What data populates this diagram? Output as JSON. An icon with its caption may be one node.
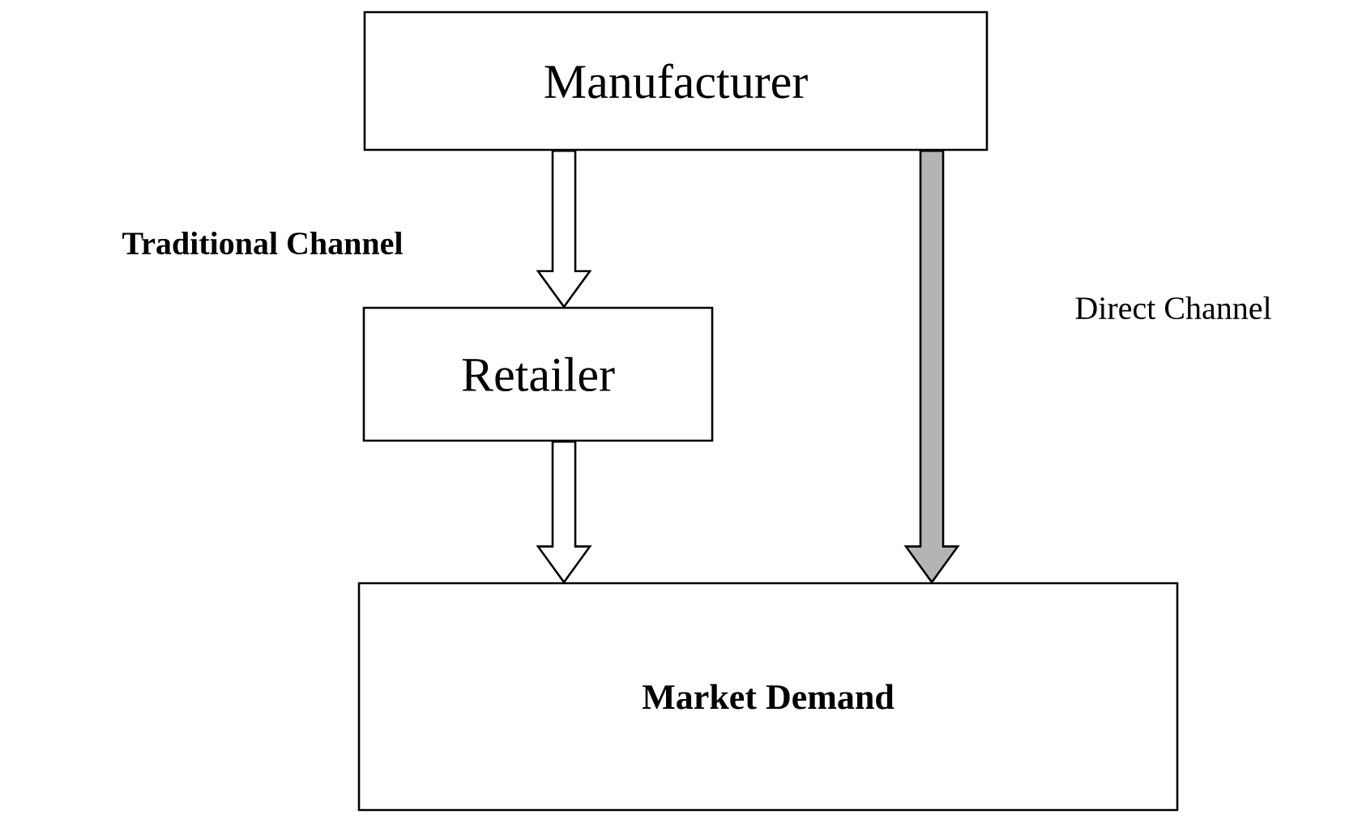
{
  "diagram": {
    "nodes": [
      {
        "text": [
          "Manufacturer"
        ]
      },
      {
        "text": [
          "Retailer"
        ]
      },
      {
        "text": [
          "Market Demand"
        ]
      }
    ],
    "edges": [
      {
        "from": 0,
        "to": 1,
        "arrow": "to",
        "label": "Traditional Channel"
      },
      {
        "from": 1,
        "to": 2,
        "arrow": "to"
      },
      {
        "from": 0,
        "to": 2,
        "arrow": "to",
        "label": "Direct Channel",
        "color": "#b4b4b4"
      }
    ]
  }
}
